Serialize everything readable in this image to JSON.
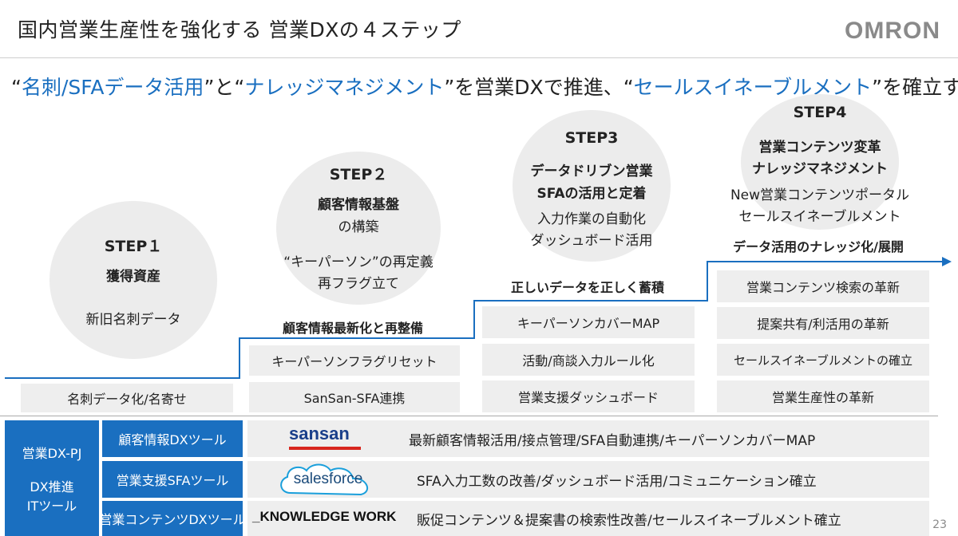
{
  "header": {
    "title": "国内営業生産性を強化する 営業DXの４ステップ",
    "logo": "OMRON"
  },
  "subtitle": {
    "q1": "“",
    "part1": "名刺/SFAデータ活用",
    "q2": "”と“",
    "part2": "ナレッジマネジメント",
    "q3": "”を営業DXで推進、“",
    "part3": "セールスイネーブルメント",
    "q4": "”を確立する"
  },
  "steps": [
    {
      "label": "STEP１",
      "title": "獲得資産",
      "body": "新旧名刺データ",
      "boxes": [
        "名刺データ化/名寄せ"
      ]
    },
    {
      "label": "STEP２",
      "title": "顧客情報基盤",
      "title2": "の構築",
      "body": "“キーパーソン”の再定義",
      "body2": "再フラグ立て",
      "section": "顧客情報最新化と再整備",
      "boxes": [
        "キーパーソンフラグリセット",
        "SanSan-SFA連携"
      ]
    },
    {
      "label": "STEP3",
      "title": "データドリブン営業",
      "title2": "SFAの活用と定着",
      "body": "入力作業の自動化",
      "body2": "ダッシュボード活用",
      "section": "正しいデータを正しく蓄積",
      "boxes": [
        "キーパーソンカバーMAP",
        "活動/商談入力ルール化",
        "営業支援ダッシュボード"
      ]
    },
    {
      "label": "STEP4",
      "title": "営業コンテンツ変革",
      "title2": "ナレッジマネジメント",
      "body": "New営業コンテンツポータル",
      "body2": "セールスイネーブルメント",
      "section": "データ活用のナレッジ化/展開",
      "boxes": [
        "営業コンテンツ検索の革新",
        "提案共有/利活用の革新",
        "セールスイネーブルメントの確立",
        "営業生産性の革新"
      ]
    }
  ],
  "tools": {
    "left_label_1": "営業DX-PJ",
    "left_label_2": "DX推進",
    "left_label_3": "ITツール",
    "rows": [
      {
        "tag": "顧客情報DXツール",
        "logo": "sansan",
        "desc": "最新顧客情報活用/接点管理/SFA自動連携/キーパーソンカバーMAP"
      },
      {
        "tag": "営業支援SFAツール",
        "logo": "salesforce",
        "desc": "SFA入力工数の改善/ダッシュボード活用/コミュニケーション確立"
      },
      {
        "tag": "営業コンテンツDXツール",
        "logo": "_KNOWLEDGE WORK",
        "desc": "販促コンテンツ＆提案書の検索性改善/セールスイネーブルメント確立"
      }
    ]
  },
  "page_number": "23",
  "colors": {
    "accent": "#1a6fc0",
    "circle": "#ececec",
    "box": "#eeeeee"
  }
}
